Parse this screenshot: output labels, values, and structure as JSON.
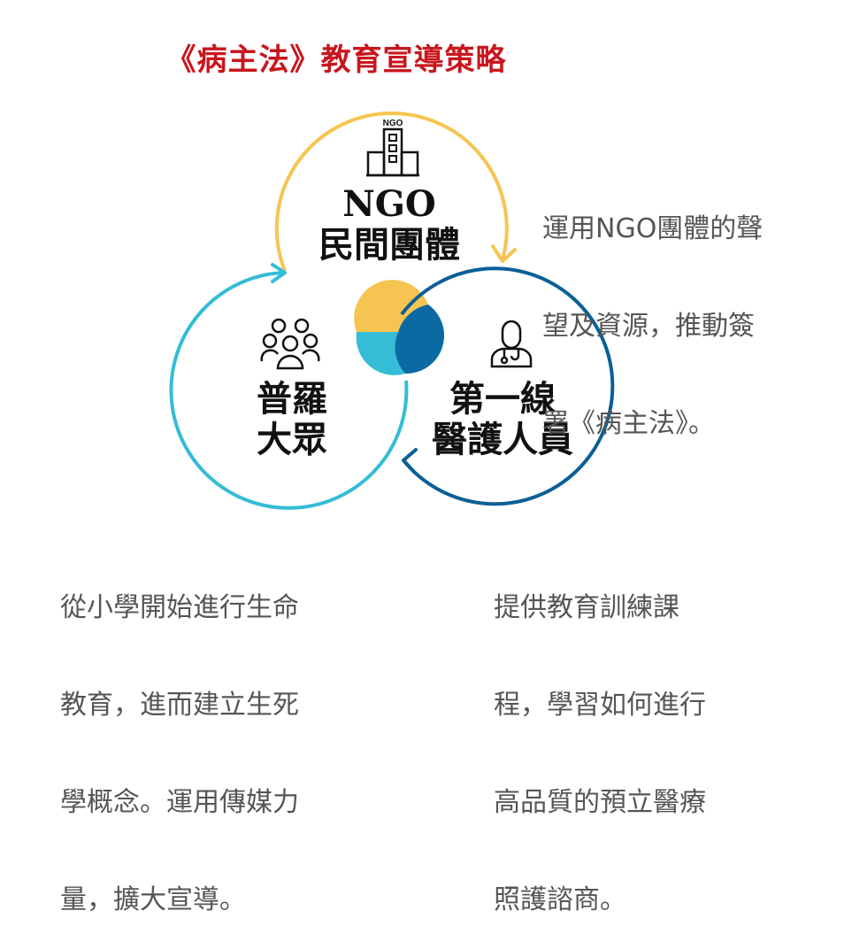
{
  "title": "《病主法》教育宣導策略",
  "colors": {
    "title": "#c8161d",
    "ngo_circle": "#f6c451",
    "public_circle": "#35bcd6",
    "medical_circle": "#0a5f96",
    "medical_fill": "#0a6aa1",
    "text_dark": "#111111",
    "text_gray": "#555555"
  },
  "nodes": {
    "ngo": {
      "icon": "ngo-building-icon",
      "icon_text": "NGO",
      "lines": [
        "NGO",
        "民間團體"
      ],
      "description_lines": [
        "運用NGO團體的聲",
        "望及資源，推動簽",
        "署《病主法》。"
      ]
    },
    "public": {
      "icon": "people-group-icon",
      "lines": [
        "普羅",
        "大眾"
      ],
      "description_lines": [
        "從小學開始進行生命",
        "教育，進而建立生死",
        "學概念。運用傳媒力",
        "量，擴大宣導。"
      ]
    },
    "medical": {
      "icon": "doctor-icon",
      "lines": [
        "第一線",
        "醫護人員"
      ],
      "description_lines": [
        "提供教育訓練課",
        "程，學習如何進行",
        "高品質的預立醫療",
        "照護諮商。"
      ]
    }
  }
}
